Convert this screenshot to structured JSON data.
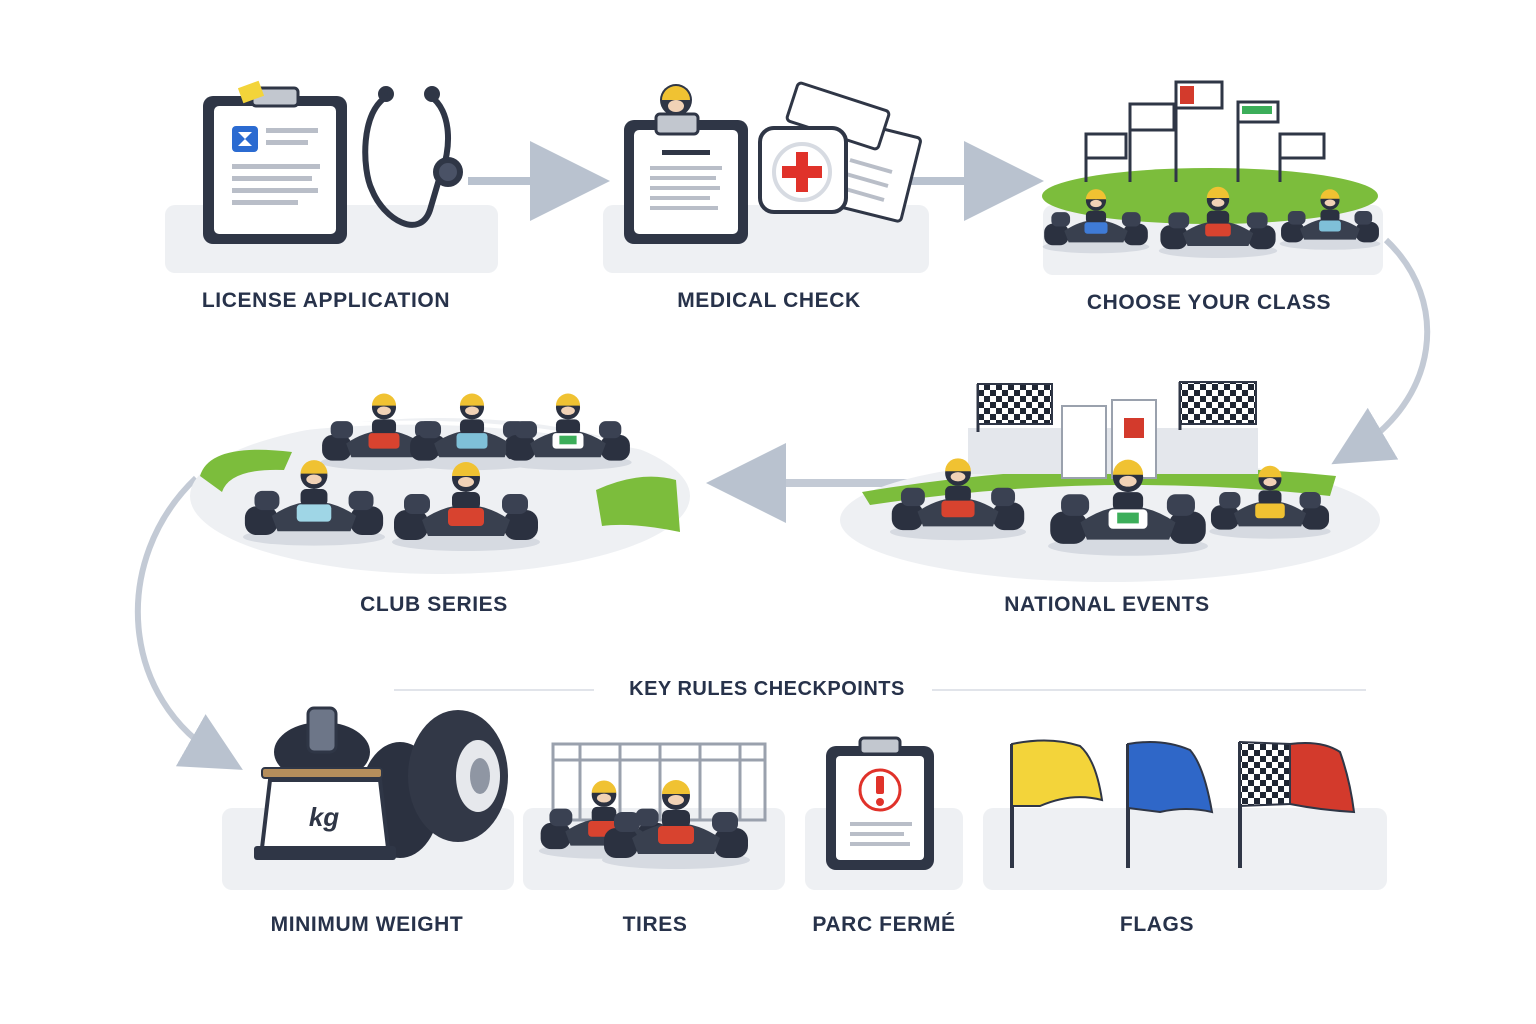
{
  "steps": {
    "license_application": "LICENSE APPLICATION",
    "medical_check": "MEDICAL CHECK",
    "choose_class": "CHOOSE YOUR CLASS",
    "club_series": "CLUB SERIES",
    "national_events": "NATIONAL EVENTS"
  },
  "checkpoints": {
    "title": "KEY RULES CHECKPOINTS",
    "minimum_weight": "MINIMUM WEIGHT",
    "tires": "TIRES",
    "parc_ferme": "PARC FERMÉ",
    "flags": "FLAGS"
  },
  "icon_text": {
    "weight_unit": "kg"
  },
  "icons": {
    "license_application": [
      "clipboard-icon",
      "stethoscope-icon"
    ],
    "medical_check": [
      "clipboard-icon",
      "medical-kit-icon",
      "documents-icon"
    ],
    "choose_class": [
      "flags-icon",
      "kart-icon"
    ],
    "club_series": [
      "kart-icon",
      "track-icon"
    ],
    "national_events": [
      "checkered-flag-icon",
      "podium-icon",
      "kart-icon"
    ],
    "minimum_weight": [
      "weight-icon",
      "tire-icon"
    ],
    "tires": [
      "kart-icon",
      "fence-icon"
    ],
    "parc_ferme": [
      "clipboard-warning-icon"
    ],
    "flags": [
      "yellow-flag-icon",
      "blue-flag-icon",
      "checkered-flag-icon"
    ]
  },
  "colors": {
    "text": "#27324a",
    "arrow": "#b9c2cf",
    "platform": "#eef0f3",
    "grass": "#7cbd3c",
    "kart_red": "#d8432f",
    "kart_blue": "#3f7bd6",
    "kart_green": "#3cae5a",
    "flag_yellow": "#f3d43a",
    "flag_blue": "#2f67c8",
    "flag_red": "#d33a2c",
    "medical_red": "#e0322a",
    "outline": "#2a3140"
  }
}
